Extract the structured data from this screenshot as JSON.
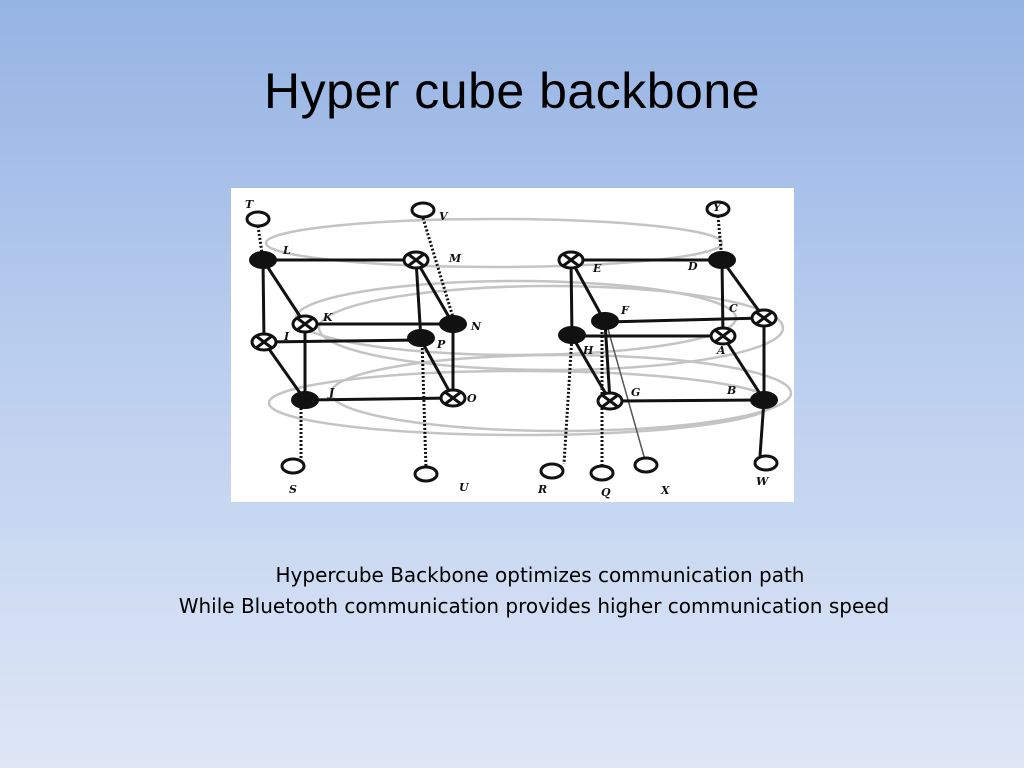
{
  "slide": {
    "title": "Hyper cube backbone",
    "caption_line1": "Hypercube Backbone optimizes communication path",
    "caption_line2": "While Bluetooth communication provides higher communication speed"
  },
  "diagram": {
    "node_labels": {
      "T": "T",
      "V": "V",
      "Y": "Y",
      "L": "L",
      "M": "M",
      "E": "E",
      "D": "D",
      "K": "K",
      "N": "N",
      "I": "I",
      "P": "P",
      "F": "F",
      "C": "C",
      "H": "H",
      "A": "A",
      "J": "J",
      "O": "O",
      "G": "G",
      "B": "B",
      "S": "S",
      "U": "U",
      "R": "R",
      "Q": "Q",
      "X": "X",
      "W": "W"
    }
  }
}
